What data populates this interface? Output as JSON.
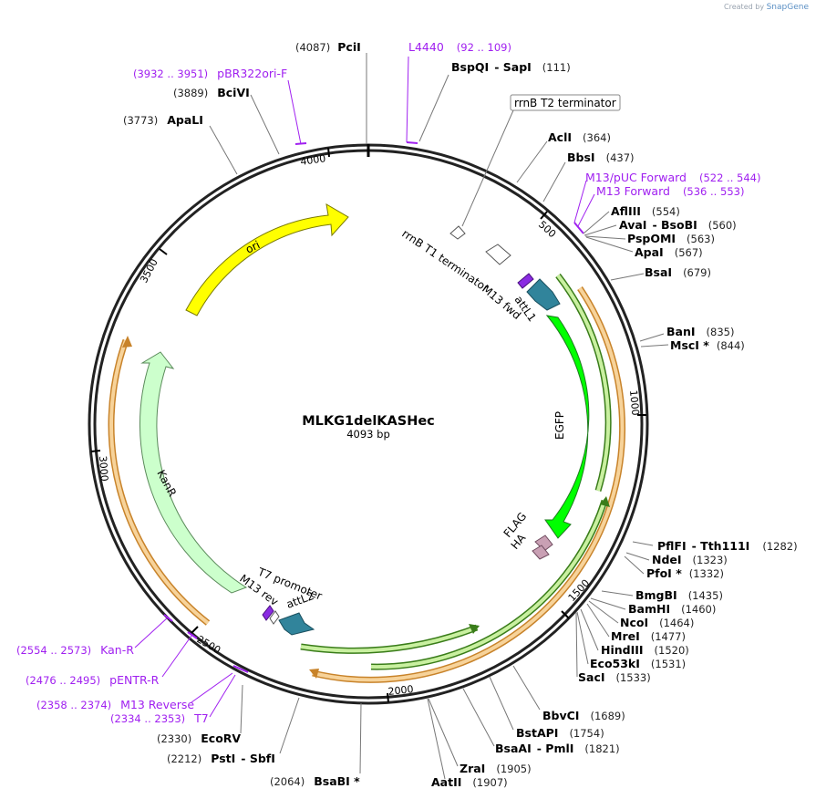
{
  "watermark": {
    "prefix": "Created by",
    "brand": "SnapGene"
  },
  "plasmid": {
    "name": "MLKG1delKASHec",
    "length_label": "4093 bp",
    "length": 4093
  },
  "ticks": [
    "500",
    "1000",
    "1500",
    "2000",
    "2500",
    "3000",
    "3500",
    "4000"
  ],
  "enzymes": [
    {
      "name": "PciI",
      "pos": "(4087)"
    },
    {
      "name": "BspQI",
      "name2": "SapI",
      "pos": "(111)"
    },
    {
      "name": "AclI",
      "pos": "(364)"
    },
    {
      "name": "BbsI",
      "pos": "(437)"
    },
    {
      "name": "AflIII",
      "pos": "(554)"
    },
    {
      "name": "AvaI",
      "name2": "BsoBI",
      "pos": "(560)"
    },
    {
      "name": "PspOMI",
      "pos": "(563)"
    },
    {
      "name": "ApaI",
      "pos": "(567)"
    },
    {
      "name": "BsaI",
      "pos": "(679)"
    },
    {
      "name": "BanI",
      "pos": "(835)"
    },
    {
      "name": "MscI *",
      "pos": "(844)"
    },
    {
      "name": "PflFI",
      "name2": "Tth111I",
      "pos": "(1282)"
    },
    {
      "name": "NdeI",
      "pos": "(1323)"
    },
    {
      "name": "PfoI *",
      "pos": "(1332)"
    },
    {
      "name": "BmgBI",
      "pos": "(1435)"
    },
    {
      "name": "BamHI",
      "pos": "(1460)"
    },
    {
      "name": "NcoI",
      "pos": "(1464)"
    },
    {
      "name": "MreI",
      "pos": "(1477)"
    },
    {
      "name": "HindIII",
      "pos": "(1520)"
    },
    {
      "name": "Eco53kI",
      "pos": "(1531)"
    },
    {
      "name": "SacI",
      "pos": "(1533)"
    },
    {
      "name": "BbvCI",
      "pos": "(1689)"
    },
    {
      "name": "BstAPI",
      "pos": "(1754)"
    },
    {
      "name": "BsaAI",
      "name2": "PmlI",
      "pos": "(1821)"
    },
    {
      "name": "ZraI",
      "pos": "(1905)"
    },
    {
      "name": "AatII",
      "pos": "(1907)"
    },
    {
      "name": "BsaBI *",
      "pos": "(2064)"
    },
    {
      "name": "PstI",
      "name2": "SbfI",
      "pos": "(2212)"
    },
    {
      "name": "EcoRV",
      "pos": "(2330)"
    },
    {
      "name": "ApaLI",
      "pos": "(3773)"
    },
    {
      "name": "BciVI",
      "pos": "(3889)"
    }
  ],
  "primers": [
    {
      "name": "L4440",
      "pos": "(92 .. 109)"
    },
    {
      "name": "M13/pUC Forward",
      "pos": "(522 .. 544)"
    },
    {
      "name": "M13 Forward",
      "pos": "(536 .. 553)"
    },
    {
      "name": "pBR322ori-F",
      "pos": "(3932 .. 3951)"
    },
    {
      "name": "Kan-R",
      "pos": "(2554 .. 2573)"
    },
    {
      "name": "pENTR-R",
      "pos": "(2476 .. 2495)"
    },
    {
      "name": "M13 Reverse",
      "pos": "(2358 .. 2374)"
    },
    {
      "name": "T7",
      "pos": "(2334 .. 2353)"
    }
  ],
  "features": {
    "rrnb_t2": "rrnB T2 terminator",
    "rrnb_t1": "rrnB T1 terminator",
    "m13_fwd": "M13 fwd",
    "attl1": "attL1",
    "egfp": "EGFP",
    "flag": "FLAG",
    "ha": "HA",
    "t7_promoter": "T7 promoter",
    "m13_rev": "M13 rev",
    "attl2": "attL2",
    "kanr": "KanR",
    "ori": "ori"
  },
  "colors": {
    "ori": "#ffff00",
    "egfp": "#00ff00",
    "kanr": "#ccffcc",
    "att": "#31849b",
    "tags": "#c9a0b4",
    "primer": "#a020f0",
    "orf_orange": "#f7d39a",
    "orf_green": "#c9f0a0"
  }
}
